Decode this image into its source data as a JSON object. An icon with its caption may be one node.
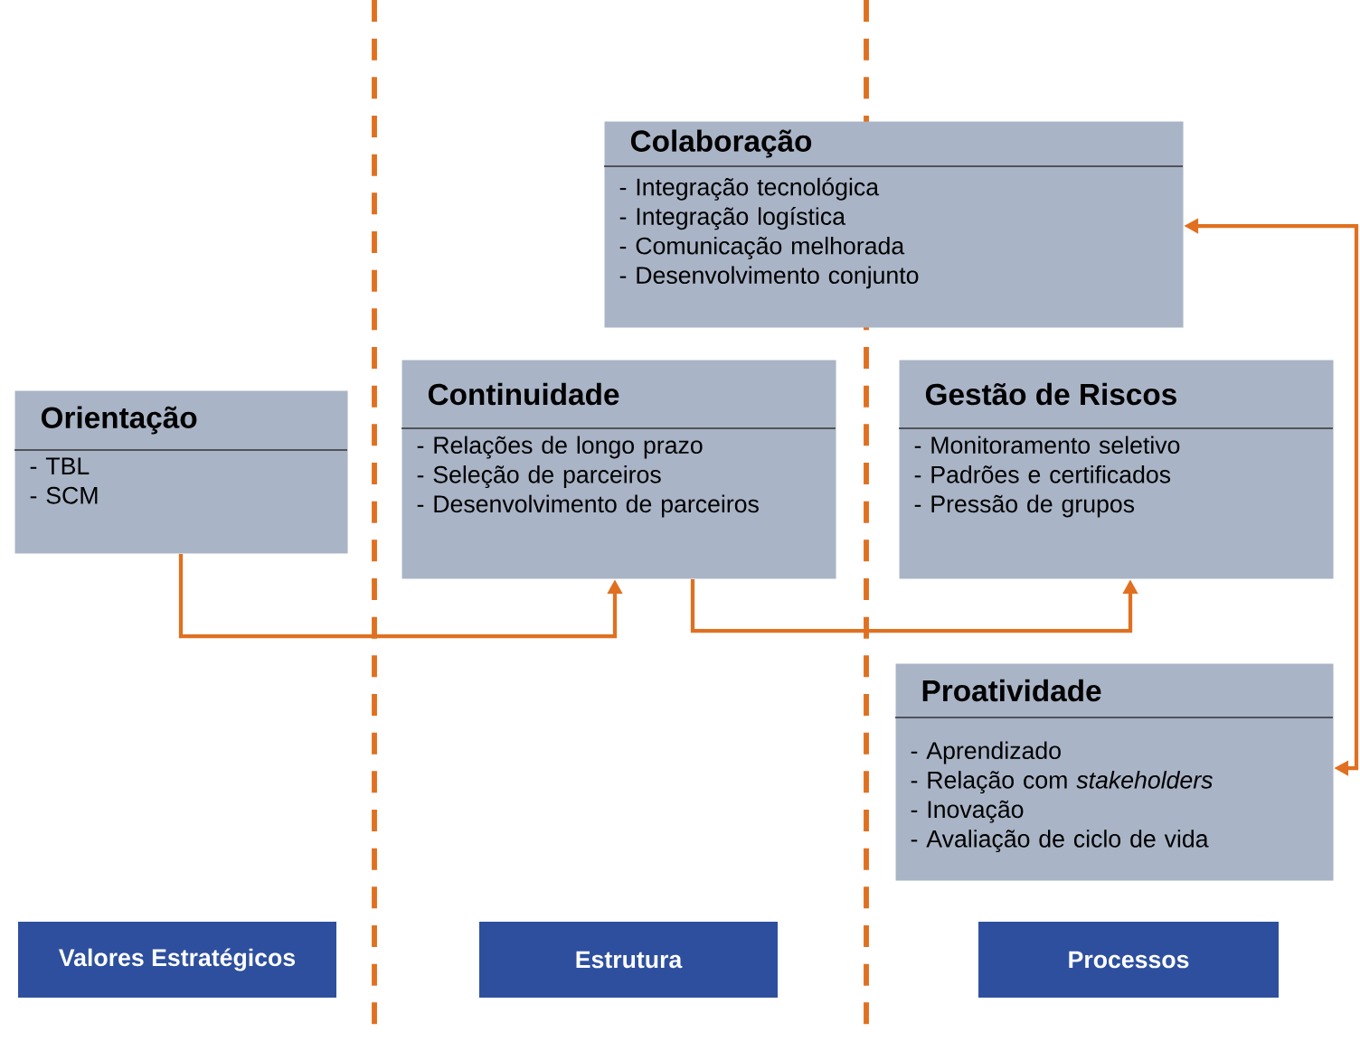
{
  "diagram": {
    "nodes": [
      {
        "text": [
          "Colaboração",
          "- Integração tecnológica",
          "- Integração logística",
          "- Comunicação melhorada",
          "- Desenvolvimento conjunto"
        ]
      },
      {
        "text": [
          "Orientação",
          "- TBL",
          "- SCM"
        ]
      },
      {
        "text": [
          "Continuidade",
          "- Relações de longo prazo",
          "- Seleção de parceiros",
          "- Desenvolvimento de parceiros"
        ]
      },
      {
        "text": [
          "Gestão de Riscos",
          "- Monitoramento seletivo",
          "- Padrões e certificados",
          "- Pressão de grupos"
        ]
      },
      {
        "text": [
          "Proatividade",
          "- Aprendizado",
          "- Relação com *stakeholders*",
          "- Inovação",
          "- Avaliação de ciclo de vida"
        ]
      },
      {
        "text": [
          "Valores Estratégicos"
        ]
      },
      {
        "text": [
          "Estrutura"
        ]
      },
      {
        "text": [
          "Processos"
        ]
      }
    ],
    "edges": [
      {
        "from": 1,
        "to": 2,
        "arrow": "to"
      },
      {
        "from": 2,
        "to": 3,
        "arrow": "to"
      },
      {
        "from": null,
        "to": 0,
        "arrow": "to"
      },
      {
        "from": null,
        "to": 4,
        "arrow": "to"
      }
    ]
  }
}
